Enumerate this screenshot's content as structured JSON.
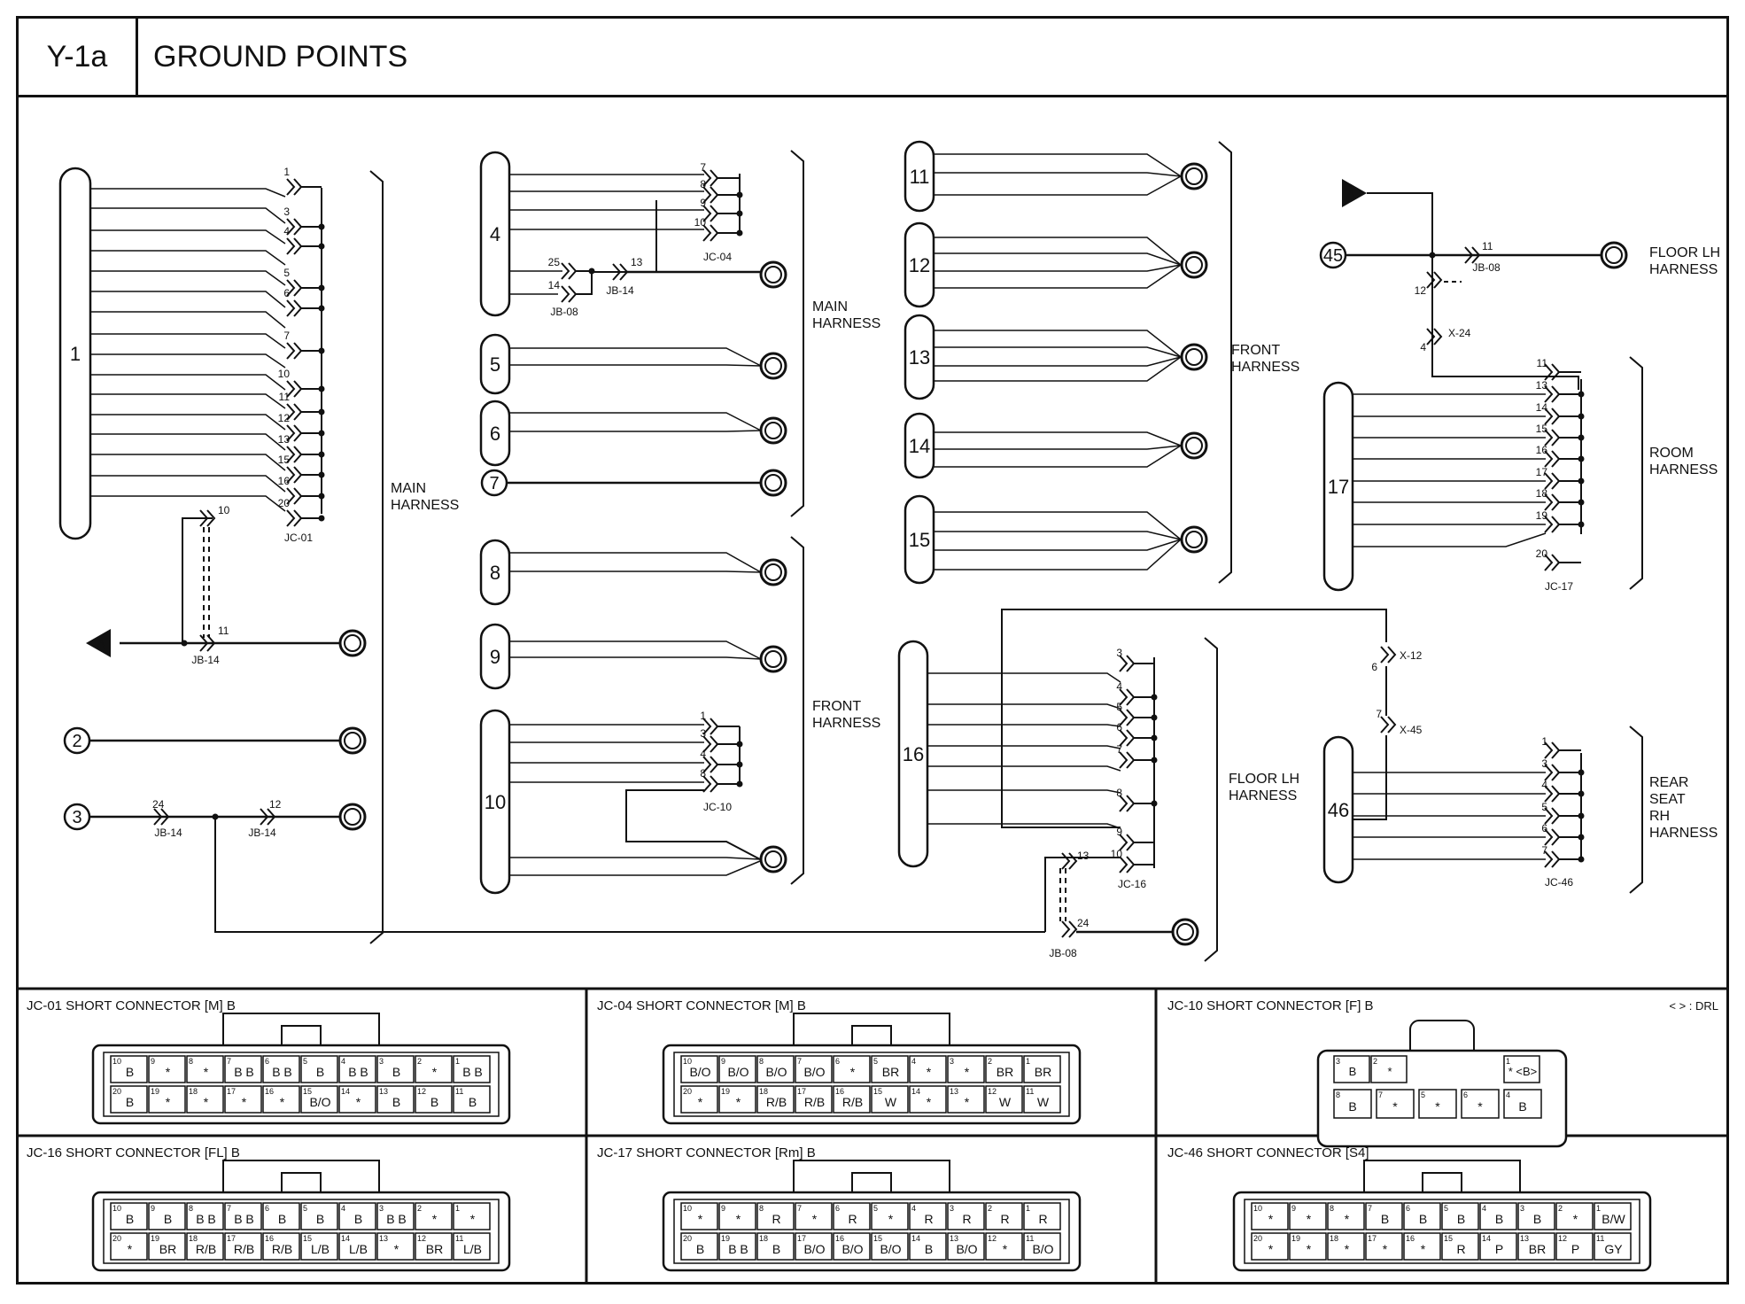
{
  "header": {
    "code": "Y-1a",
    "title": "GROUND POINTS"
  },
  "harness_labels": {
    "main_left": [
      "MAIN",
      "HARNESS"
    ],
    "main_mid": [
      "MAIN",
      "HARNESS"
    ],
    "front_mid": [
      "FRONT",
      "HARNESS"
    ],
    "front_right": [
      "FRONT",
      "HARNESS"
    ],
    "floor_mid": [
      "FLOOR LH",
      "HARNESS"
    ],
    "floor_top": [
      "FLOOR LH",
      "HARNESS"
    ],
    "room": [
      "ROOM",
      "HARNESS"
    ],
    "rear": [
      "REAR",
      "SEAT",
      "RH",
      "HARNESS"
    ]
  },
  "points": [
    "1",
    "2",
    "3",
    "4",
    "5",
    "6",
    "7",
    "8",
    "9",
    "10",
    "11",
    "12",
    "13",
    "14",
    "15",
    "16",
    "17",
    "45",
    "46"
  ],
  "offpage_ref": "A",
  "connector_ids": {
    "jc01": "JC-01",
    "jc04": "JC-04",
    "jc10": "JC-10",
    "jc16": "JC-16",
    "jc17": "JC-17",
    "jc46": "JC-46",
    "jb14": "JB-14",
    "jb08": "JB-08",
    "x24": "X-24",
    "x12": "X-12",
    "x45": "X-45"
  },
  "pin_labels": {
    "jc01": [
      "1",
      "3",
      "4",
      "5",
      "6",
      "7",
      "10",
      "11",
      "12",
      "13",
      "15",
      "16",
      "20"
    ],
    "jc04": [
      "7",
      "8",
      "9",
      "10"
    ],
    "jc10": [
      "1",
      "3",
      "4",
      "8"
    ],
    "jc16": [
      "3",
      "4",
      "5",
      "6",
      "7",
      "8",
      "9",
      "10"
    ],
    "jc17": [
      "11",
      "13",
      "14",
      "15",
      "16",
      "17",
      "18",
      "19",
      "20"
    ],
    "jc46": [
      "1",
      "3",
      "4",
      "5",
      "6",
      "7"
    ],
    "misc": {
      "jb14_p10": "10",
      "jb14_p11": "11",
      "jb14_p24": "24",
      "jb14_p12": "12",
      "jb08_p25": "25",
      "jb08_p14": "14",
      "jb14_p13": "13",
      "jb08_p11": "11",
      "jb08_p12": "12",
      "x24_p4": "4",
      "x12_p6": "6",
      "x45_p7": "7",
      "jb08_p13": "13",
      "jb08_p24": "24"
    }
  },
  "short_connectors": [
    {
      "title": "JC-01 SHORT CONNECTOR [M] B",
      "top": [
        [
          "10",
          "B"
        ],
        [
          "9",
          "*"
        ],
        [
          "8",
          "*"
        ],
        [
          "7",
          "B B"
        ],
        [
          "6",
          "B B"
        ],
        [
          "5",
          "B"
        ],
        [
          "4",
          "B B"
        ],
        [
          "3",
          "B"
        ],
        [
          "2",
          "*"
        ],
        [
          "1",
          "B B"
        ]
      ],
      "bottom": [
        [
          "20",
          "B"
        ],
        [
          "19",
          "*"
        ],
        [
          "18",
          "*"
        ],
        [
          "17",
          "*"
        ],
        [
          "16",
          "*"
        ],
        [
          "15",
          "B/O"
        ],
        [
          "14",
          "*"
        ],
        [
          "13",
          "B"
        ],
        [
          "12",
          "B"
        ],
        [
          "11",
          "B"
        ]
      ]
    },
    {
      "title": "JC-04 SHORT CONNECTOR [M] B",
      "top": [
        [
          "10",
          "B/O"
        ],
        [
          "9",
          "B/O"
        ],
        [
          "8",
          "B/O"
        ],
        [
          "7",
          "B/O"
        ],
        [
          "6",
          "*"
        ],
        [
          "5",
          "BR"
        ],
        [
          "4",
          "*"
        ],
        [
          "3",
          "*"
        ],
        [
          "2",
          "BR"
        ],
        [
          "1",
          "BR"
        ]
      ],
      "bottom": [
        [
          "20",
          "*"
        ],
        [
          "19",
          "*"
        ],
        [
          "18",
          "R/B"
        ],
        [
          "17",
          "R/B"
        ],
        [
          "16",
          "R/B"
        ],
        [
          "15",
          "W"
        ],
        [
          "14",
          "*"
        ],
        [
          "13",
          "*"
        ],
        [
          "12",
          "W"
        ],
        [
          "11",
          "W"
        ]
      ]
    },
    {
      "title": "JC-10 SHORT CONNECTOR [F] B",
      "note": "< > : DRL",
      "top": [
        [
          "3",
          "B"
        ],
        [
          "2",
          "*"
        ],
        [
          "1",
          "* <B>"
        ]
      ],
      "bottom": [
        [
          "8",
          "B"
        ],
        [
          "7",
          "*"
        ],
        [
          "5",
          "*"
        ],
        [
          "6",
          "*"
        ],
        [
          "4",
          "B"
        ]
      ]
    },
    {
      "title": "JC-16 SHORT CONNECTOR [FL] B",
      "top": [
        [
          "10",
          "B"
        ],
        [
          "9",
          "B"
        ],
        [
          "8",
          "B B"
        ],
        [
          "7",
          "B B"
        ],
        [
          "6",
          "B"
        ],
        [
          "5",
          "B"
        ],
        [
          "4",
          "B"
        ],
        [
          "3",
          "B B"
        ],
        [
          "2",
          "*"
        ],
        [
          "1",
          "*"
        ]
      ],
      "bottom": [
        [
          "20",
          "*"
        ],
        [
          "19",
          "BR"
        ],
        [
          "18",
          "R/B"
        ],
        [
          "17",
          "R/B"
        ],
        [
          "16",
          "R/B"
        ],
        [
          "15",
          "L/B"
        ],
        [
          "14",
          "L/B"
        ],
        [
          "13",
          "*"
        ],
        [
          "12",
          "BR"
        ],
        [
          "11",
          "L/B"
        ]
      ]
    },
    {
      "title": "JC-17 SHORT CONNECTOR [Rm] B",
      "top": [
        [
          "10",
          "*"
        ],
        [
          "9",
          "*"
        ],
        [
          "8",
          "R"
        ],
        [
          "7",
          "*"
        ],
        [
          "6",
          "R"
        ],
        [
          "5",
          "*"
        ],
        [
          "4",
          "R"
        ],
        [
          "3",
          "R"
        ],
        [
          "2",
          "R"
        ],
        [
          "1",
          "R"
        ]
      ],
      "bottom": [
        [
          "20",
          "B"
        ],
        [
          "19",
          "B B"
        ],
        [
          "18",
          "B"
        ],
        [
          "17",
          "B/O"
        ],
        [
          "16",
          "B/O"
        ],
        [
          "15",
          "B/O"
        ],
        [
          "14",
          "B"
        ],
        [
          "13",
          "B/O"
        ],
        [
          "12",
          "*"
        ],
        [
          "11",
          "B/O"
        ]
      ]
    },
    {
      "title": "JC-46 SHORT CONNECTOR [S4]",
      "top": [
        [
          "10",
          "*"
        ],
        [
          "9",
          "*"
        ],
        [
          "8",
          "*"
        ],
        [
          "7",
          "B"
        ],
        [
          "6",
          "B"
        ],
        [
          "5",
          "B"
        ],
        [
          "4",
          "B"
        ],
        [
          "3",
          "B"
        ],
        [
          "2",
          "*"
        ],
        [
          "1",
          "B/W"
        ]
      ],
      "bottom": [
        [
          "20",
          "*"
        ],
        [
          "19",
          "*"
        ],
        [
          "18",
          "*"
        ],
        [
          "17",
          "*"
        ],
        [
          "16",
          "*"
        ],
        [
          "15",
          "R"
        ],
        [
          "14",
          "P"
        ],
        [
          "13",
          "BR"
        ],
        [
          "12",
          "P"
        ],
        [
          "11",
          "GY"
        ]
      ]
    }
  ]
}
